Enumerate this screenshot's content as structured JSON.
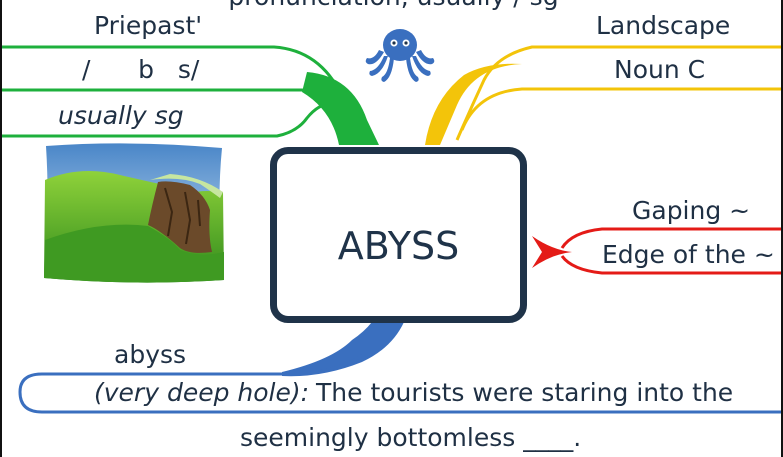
{
  "header_partial": "pronunciation, usually / sg",
  "center": {
    "word": "ABYSS"
  },
  "left_branch": {
    "items": [
      {
        "text": "Priepast'"
      },
      {
        "text": "/      b   s/"
      },
      {
        "text": "usually sg"
      }
    ]
  },
  "right_top_branch": {
    "items": [
      {
        "text": "Landscape"
      },
      {
        "text": "Noun C"
      }
    ]
  },
  "right_mid_branch": {
    "items": [
      {
        "text": "Gaping ~"
      },
      {
        "text": "Edge of the ~"
      }
    ]
  },
  "bottom_branch": {
    "word": "abyss",
    "definition": "(very deep hole):",
    "example_line1": "The tourists were staring into the",
    "example_line2": "seemingly bottomless ____."
  },
  "colors": {
    "green": "#1eb03c",
    "yellow": "#f3c40a",
    "red": "#e41b17",
    "blue": "#3a6fbf",
    "dark_navy": "#1f3349"
  },
  "icons": [
    "octopus-icon",
    "landscape-image"
  ]
}
